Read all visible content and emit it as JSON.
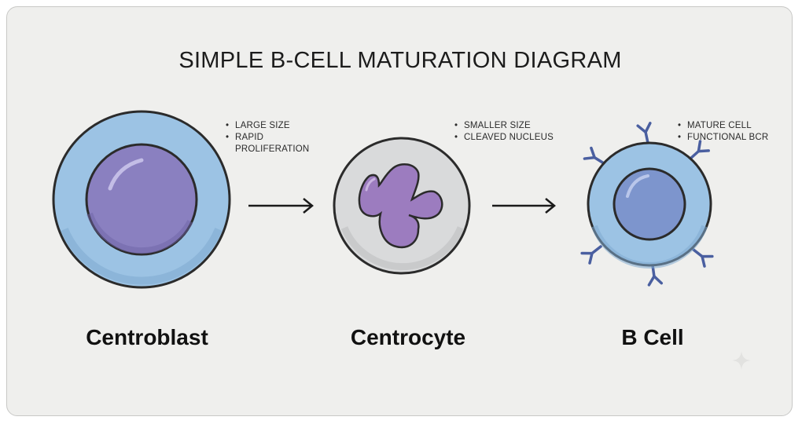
{
  "title": "SIMPLE B-CELL MATURATION DIAGRAM",
  "stages": [
    {
      "label": "Centroblast",
      "notes": [
        "LARGE SIZE",
        "RAPID PROLIFERATION"
      ]
    },
    {
      "label": "Centrocyte",
      "notes": [
        "SMALLER SIZE",
        "CLEAVED NUCLEUS"
      ]
    },
    {
      "label": "B Cell",
      "notes": [
        "MATURE CELL",
        "FUNCTIONAL BCR"
      ]
    }
  ],
  "colors": {
    "background": "#efefed",
    "cytoplasm_blue": "#9cc3e4",
    "nucleus_purple": "#8a80c0",
    "centrocyte_body": "#d9dadb",
    "centrocyte_nucleus": "#9c7cbf",
    "receptor": "#4a5fa0",
    "outline": "#2b2b2b"
  }
}
